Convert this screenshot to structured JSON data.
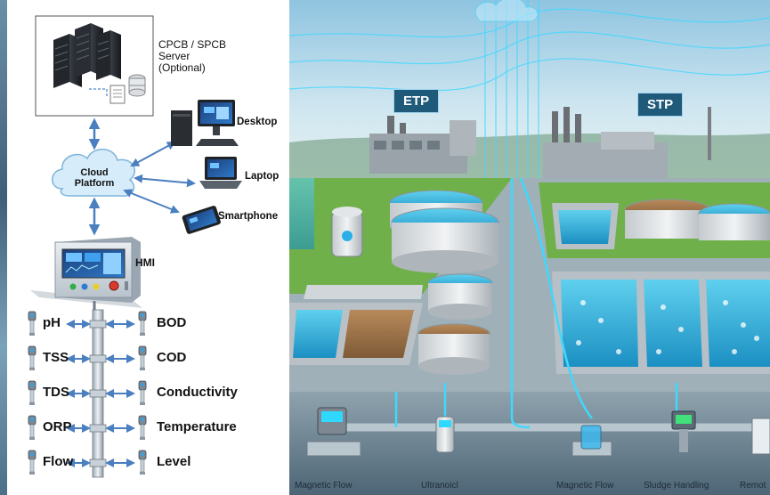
{
  "server": {
    "label_line1": "CPCB / SPCB",
    "label_line2": "Server",
    "label_line3": "(Optional)"
  },
  "cloud": {
    "label_line1": "Cloud",
    "label_line2": "Platform"
  },
  "devices": {
    "desktop": "Desktop",
    "laptop": "Laptop",
    "smartphone": "Smartphone"
  },
  "hmi": {
    "label": "HMI"
  },
  "sensors_left": [
    "pH",
    "TSS",
    "TDS",
    "ORP",
    "Flow"
  ],
  "sensors_right": [
    "BOD",
    "COD",
    "Conductivity",
    "Temperature",
    "Level"
  ],
  "plants": {
    "etp": "ETP",
    "stp": "STP"
  },
  "bottom_labels": [
    "Magnetic Flow",
    "Ultranoicl",
    "Magnetic Flow",
    "Sludge Handling",
    "Remot"
  ],
  "colors": {
    "arrow": "#4a7fc0",
    "cloud_fill": "#d6ecfa",
    "water": "#2fb0d8",
    "grass": "#6fb04a",
    "glow": "#3fd8ff"
  }
}
